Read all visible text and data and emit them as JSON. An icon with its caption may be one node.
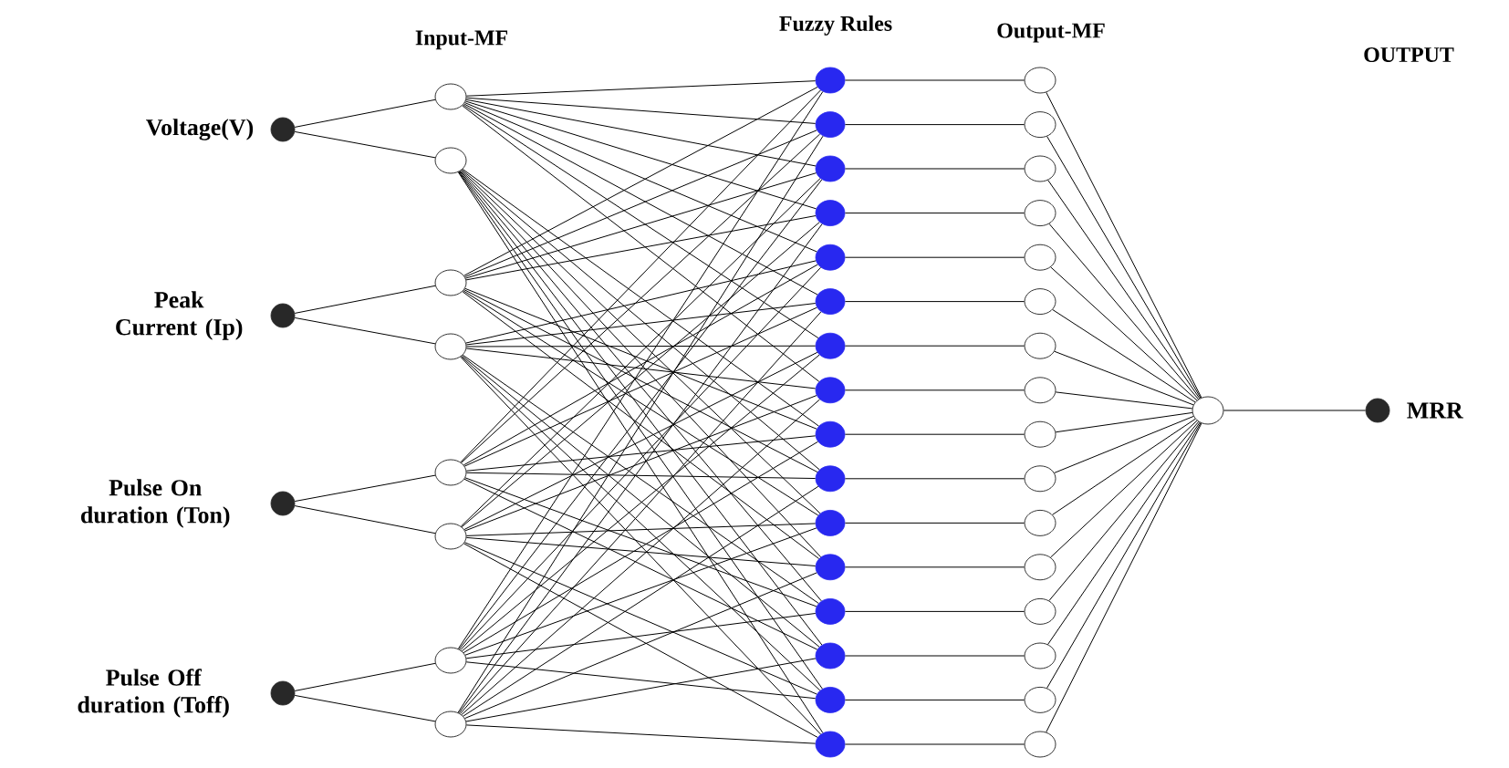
{
  "diagram": {
    "nodes": [
      {
        "text": [],
        "shape": "circle",
        "beside": [
          "Voltage(V)"
        ]
      },
      {
        "text": [],
        "shape": "circle",
        "beside": [
          "Peak Current (Ip)"
        ]
      },
      {
        "text": [],
        "shape": "circle",
        "beside": [
          "Pulse On duration (Ton)"
        ]
      },
      {
        "text": [],
        "shape": "circle",
        "beside": [
          "Pulse Off duration (Toff)"
        ]
      },
      {
        "text": [],
        "shape": "circle"
      },
      {
        "text": [],
        "shape": "circle"
      },
      {
        "text": [],
        "shape": "circle"
      },
      {
        "text": [],
        "shape": "circle"
      },
      {
        "text": [],
        "shape": "circle"
      },
      {
        "text": [],
        "shape": "circle"
      },
      {
        "text": [],
        "shape": "circle"
      },
      {
        "text": [],
        "shape": "circle"
      },
      {
        "text": [],
        "shape": "circle"
      },
      {
        "text": [],
        "shape": "circle"
      },
      {
        "text": [],
        "shape": "circle"
      },
      {
        "text": [],
        "shape": "circle"
      },
      {
        "text": [],
        "shape": "circle"
      },
      {
        "text": [],
        "shape": "circle"
      },
      {
        "text": [],
        "shape": "circle"
      },
      {
        "text": [],
        "shape": "circle"
      },
      {
        "text": [],
        "shape": "circle"
      },
      {
        "text": [],
        "shape": "circle"
      },
      {
        "text": [],
        "shape": "circle"
      },
      {
        "text": [],
        "shape": "circle"
      },
      {
        "text": [],
        "shape": "circle"
      },
      {
        "text": [],
        "shape": "circle"
      },
      {
        "text": [],
        "shape": "circle"
      },
      {
        "text": [],
        "shape": "circle"
      },
      {
        "text": [],
        "shape": "circle"
      },
      {
        "text": [],
        "shape": "circle"
      },
      {
        "text": [],
        "shape": "circle"
      },
      {
        "text": [],
        "shape": "circle"
      },
      {
        "text": [],
        "shape": "circle"
      },
      {
        "text": [],
        "shape": "circle"
      },
      {
        "text": [],
        "shape": "circle"
      },
      {
        "text": [],
        "shape": "circle"
      },
      {
        "text": [],
        "shape": "circle"
      },
      {
        "text": [],
        "shape": "circle"
      },
      {
        "text": [],
        "shape": "circle"
      },
      {
        "text": [],
        "shape": "circle"
      },
      {
        "text": [],
        "shape": "circle"
      },
      {
        "text": [],
        "shape": "circle"
      },
      {
        "text": [],
        "shape": "circle"
      },
      {
        "text": [],
        "shape": "circle"
      },
      {
        "text": [],
        "shape": "circle"
      },
      {
        "text": [],
        "shape": "circle",
        "beside": [
          "MRR"
        ]
      }
    ],
    "edges": [
      {
        "from": 0,
        "to": 4,
        "arrow": "none"
      },
      {
        "from": 0,
        "to": 5,
        "arrow": "none"
      },
      {
        "from": 1,
        "to": 6,
        "arrow": "none"
      },
      {
        "from": 1,
        "to": 7,
        "arrow": "none"
      },
      {
        "from": 2,
        "to": 8,
        "arrow": "none"
      },
      {
        "from": 2,
        "to": 9,
        "arrow": "none"
      },
      {
        "from": 3,
        "to": 10,
        "arrow": "none"
      },
      {
        "from": 3,
        "to": 11,
        "arrow": "none"
      },
      {
        "from": 4,
        "to": 12,
        "arrow": "none"
      },
      {
        "from": 6,
        "to": 12,
        "arrow": "none"
      },
      {
        "from": 8,
        "to": 12,
        "arrow": "none"
      },
      {
        "from": 10,
        "to": 12,
        "arrow": "none"
      },
      {
        "from": 4,
        "to": 13,
        "arrow": "none"
      },
      {
        "from": 6,
        "to": 13,
        "arrow": "none"
      },
      {
        "from": 8,
        "to": 13,
        "arrow": "none"
      },
      {
        "from": 11,
        "to": 13,
        "arrow": "none"
      },
      {
        "from": 4,
        "to": 14,
        "arrow": "none"
      },
      {
        "from": 6,
        "to": 14,
        "arrow": "none"
      },
      {
        "from": 9,
        "to": 14,
        "arrow": "none"
      },
      {
        "from": 10,
        "to": 14,
        "arrow": "none"
      },
      {
        "from": 4,
        "to": 15,
        "arrow": "none"
      },
      {
        "from": 6,
        "to": 15,
        "arrow": "none"
      },
      {
        "from": 9,
        "to": 15,
        "arrow": "none"
      },
      {
        "from": 11,
        "to": 15,
        "arrow": "none"
      },
      {
        "from": 4,
        "to": 16,
        "arrow": "none"
      },
      {
        "from": 7,
        "to": 16,
        "arrow": "none"
      },
      {
        "from": 8,
        "to": 16,
        "arrow": "none"
      },
      {
        "from": 10,
        "to": 16,
        "arrow": "none"
      },
      {
        "from": 4,
        "to": 17,
        "arrow": "none"
      },
      {
        "from": 7,
        "to": 17,
        "arrow": "none"
      },
      {
        "from": 8,
        "to": 17,
        "arrow": "none"
      },
      {
        "from": 11,
        "to": 17,
        "arrow": "none"
      },
      {
        "from": 4,
        "to": 18,
        "arrow": "none"
      },
      {
        "from": 7,
        "to": 18,
        "arrow": "none"
      },
      {
        "from": 9,
        "to": 18,
        "arrow": "none"
      },
      {
        "from": 10,
        "to": 18,
        "arrow": "none"
      },
      {
        "from": 4,
        "to": 19,
        "arrow": "none"
      },
      {
        "from": 7,
        "to": 19,
        "arrow": "none"
      },
      {
        "from": 9,
        "to": 19,
        "arrow": "none"
      },
      {
        "from": 11,
        "to": 19,
        "arrow": "none"
      },
      {
        "from": 5,
        "to": 20,
        "arrow": "none"
      },
      {
        "from": 6,
        "to": 20,
        "arrow": "none"
      },
      {
        "from": 8,
        "to": 20,
        "arrow": "none"
      },
      {
        "from": 10,
        "to": 20,
        "arrow": "none"
      },
      {
        "from": 5,
        "to": 21,
        "arrow": "none"
      },
      {
        "from": 6,
        "to": 21,
        "arrow": "none"
      },
      {
        "from": 8,
        "to": 21,
        "arrow": "none"
      },
      {
        "from": 11,
        "to": 21,
        "arrow": "none"
      },
      {
        "from": 5,
        "to": 22,
        "arrow": "none"
      },
      {
        "from": 6,
        "to": 22,
        "arrow": "none"
      },
      {
        "from": 9,
        "to": 22,
        "arrow": "none"
      },
      {
        "from": 10,
        "to": 22,
        "arrow": "none"
      },
      {
        "from": 5,
        "to": 23,
        "arrow": "none"
      },
      {
        "from": 6,
        "to": 23,
        "arrow": "none"
      },
      {
        "from": 9,
        "to": 23,
        "arrow": "none"
      },
      {
        "from": 11,
        "to": 23,
        "arrow": "none"
      },
      {
        "from": 5,
        "to": 24,
        "arrow": "none"
      },
      {
        "from": 7,
        "to": 24,
        "arrow": "none"
      },
      {
        "from": 8,
        "to": 24,
        "arrow": "none"
      },
      {
        "from": 10,
        "to": 24,
        "arrow": "none"
      },
      {
        "from": 5,
        "to": 25,
        "arrow": "none"
      },
      {
        "from": 7,
        "to": 25,
        "arrow": "none"
      },
      {
        "from": 8,
        "to": 25,
        "arrow": "none"
      },
      {
        "from": 11,
        "to": 25,
        "arrow": "none"
      },
      {
        "from": 5,
        "to": 26,
        "arrow": "none"
      },
      {
        "from": 7,
        "to": 26,
        "arrow": "none"
      },
      {
        "from": 9,
        "to": 26,
        "arrow": "none"
      },
      {
        "from": 10,
        "to": 26,
        "arrow": "none"
      },
      {
        "from": 5,
        "to": 27,
        "arrow": "none"
      },
      {
        "from": 7,
        "to": 27,
        "arrow": "none"
      },
      {
        "from": 9,
        "to": 27,
        "arrow": "none"
      },
      {
        "from": 11,
        "to": 27,
        "arrow": "none"
      },
      {
        "from": 12,
        "to": 28,
        "arrow": "none"
      },
      {
        "from": 13,
        "to": 29,
        "arrow": "none"
      },
      {
        "from": 14,
        "to": 30,
        "arrow": "none"
      },
      {
        "from": 15,
        "to": 31,
        "arrow": "none"
      },
      {
        "from": 16,
        "to": 32,
        "arrow": "none"
      },
      {
        "from": 17,
        "to": 33,
        "arrow": "none"
      },
      {
        "from": 18,
        "to": 34,
        "arrow": "none"
      },
      {
        "from": 19,
        "to": 35,
        "arrow": "none"
      },
      {
        "from": 20,
        "to": 36,
        "arrow": "none"
      },
      {
        "from": 21,
        "to": 37,
        "arrow": "none"
      },
      {
        "from": 22,
        "to": 38,
        "arrow": "none"
      },
      {
        "from": 23,
        "to": 39,
        "arrow": "none"
      },
      {
        "from": 24,
        "to": 40,
        "arrow": "none"
      },
      {
        "from": 25,
        "to": 41,
        "arrow": "none"
      },
      {
        "from": 26,
        "to": 42,
        "arrow": "none"
      },
      {
        "from": 27,
        "to": 43,
        "arrow": "none"
      },
      {
        "from": 28,
        "to": 44,
        "arrow": "none"
      },
      {
        "from": 29,
        "to": 44,
        "arrow": "none"
      },
      {
        "from": 30,
        "to": 44,
        "arrow": "none"
      },
      {
        "from": 31,
        "to": 44,
        "arrow": "none"
      },
      {
        "from": 32,
        "to": 44,
        "arrow": "none"
      },
      {
        "from": 33,
        "to": 44,
        "arrow": "none"
      },
      {
        "from": 34,
        "to": 44,
        "arrow": "none"
      },
      {
        "from": 35,
        "to": 44,
        "arrow": "none"
      },
      {
        "from": 36,
        "to": 44,
        "arrow": "none"
      },
      {
        "from": 37,
        "to": 44,
        "arrow": "none"
      },
      {
        "from": 38,
        "to": 44,
        "arrow": "none"
      },
      {
        "from": 39,
        "to": 44,
        "arrow": "none"
      },
      {
        "from": 40,
        "to": 44,
        "arrow": "none"
      },
      {
        "from": 41,
        "to": 44,
        "arrow": "none"
      },
      {
        "from": 42,
        "to": 44,
        "arrow": "none"
      },
      {
        "from": 43,
        "to": 44,
        "arrow": "none"
      },
      {
        "from": 44,
        "to": 45,
        "arrow": "none"
      }
    ],
    "labels": [
      "Input-MF",
      "Fuzzy Rules",
      "Output-MF",
      "OUTPUT"
    ]
  }
}
